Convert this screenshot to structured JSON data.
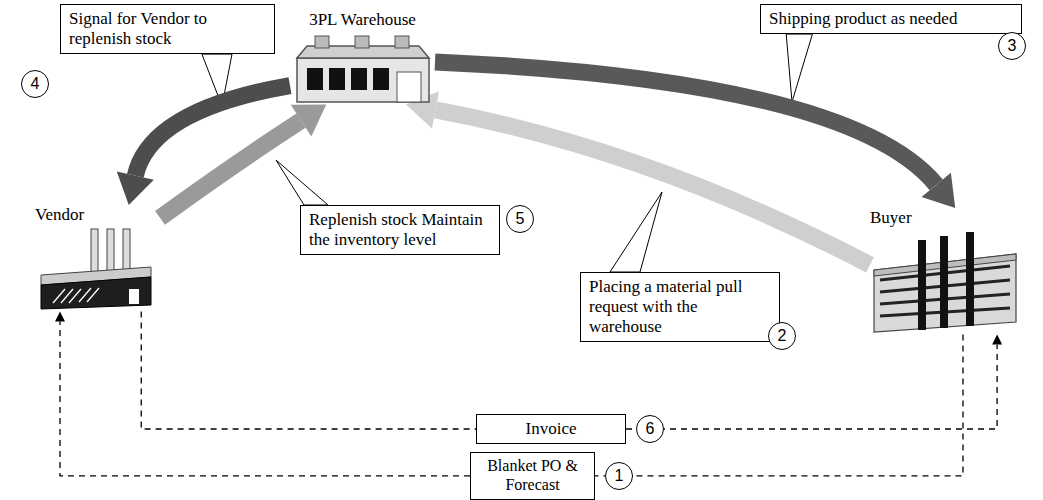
{
  "diagram": {
    "nodes": [
      {
        "text": [
          "Signal for Vendor to replenish stock"
        ]
      },
      {
        "text": [
          "3PL Warehouse"
        ]
      },
      {
        "text": [
          "Shipping product as needed"
        ]
      },
      {
        "text": [
          "Replenish stock Maintain the inventory level"
        ]
      },
      {
        "text": [
          "Vendor"
        ]
      },
      {
        "text": [
          "Placing a material pull request with the warehouse"
        ]
      },
      {
        "text": [
          "Buyer"
        ]
      },
      {
        "text": [
          "Invoice"
        ]
      },
      {
        "text": [
          "Blanket PO & Forecast"
        ]
      }
    ],
    "edges": [
      {
        "from": 1,
        "to": 4,
        "arrow": "to"
      },
      {
        "from": 4,
        "to": 1,
        "arrow": "to"
      },
      {
        "from": 1,
        "to": 6,
        "arrow": "to"
      },
      {
        "from": 6,
        "to": 1,
        "arrow": "to"
      },
      {
        "from": 6,
        "to": 8,
        "arrow": "none"
      },
      {
        "from": 8,
        "to": 4,
        "arrow": "to"
      },
      {
        "from": 4,
        "to": 7,
        "arrow": "none"
      },
      {
        "from": 7,
        "to": 6,
        "arrow": "to"
      }
    ],
    "labels": [
      "4",
      "3",
      "5",
      "2",
      "6",
      "1"
    ]
  }
}
